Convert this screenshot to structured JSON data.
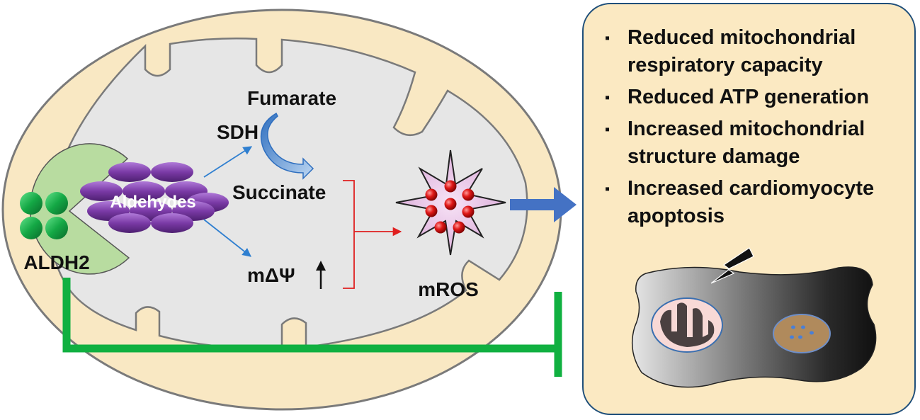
{
  "mitochondrion": {
    "enzyme_label": "ALDH2",
    "substrate_label": "Aldehydes",
    "fumarate_label": "Fumarate",
    "sdh_label": "SDH",
    "succinate_label": "Succinate",
    "membrane_potential_label": "mΔΨ",
    "ros_label": "mROS"
  },
  "outcomes": {
    "bullet_glyph": "▪",
    "items": [
      "Reduced mitochondrial respiratory capacity",
      "Reduced ATP generation",
      "Increased mitochondrial structure damage",
      "Increased cardiomyocyte apoptosis"
    ]
  },
  "colors": {
    "outer_membrane": "#f9e8c3",
    "matrix": "#e6e6e6",
    "aldh2": "#b8dca0",
    "aldh2_spheres": "#0f9a3a",
    "aldehydes": "#7a3aa6",
    "arrow_blue": "#2f7fd0",
    "arrow_red": "#e02020",
    "inhibition": "#10b040",
    "ros_body": "#efc9ec",
    "ros_spheres": "#d01818",
    "big_arrow": "#4472c4",
    "panel_fill": "#fbe9c2",
    "panel_border": "#1f4f7a"
  }
}
